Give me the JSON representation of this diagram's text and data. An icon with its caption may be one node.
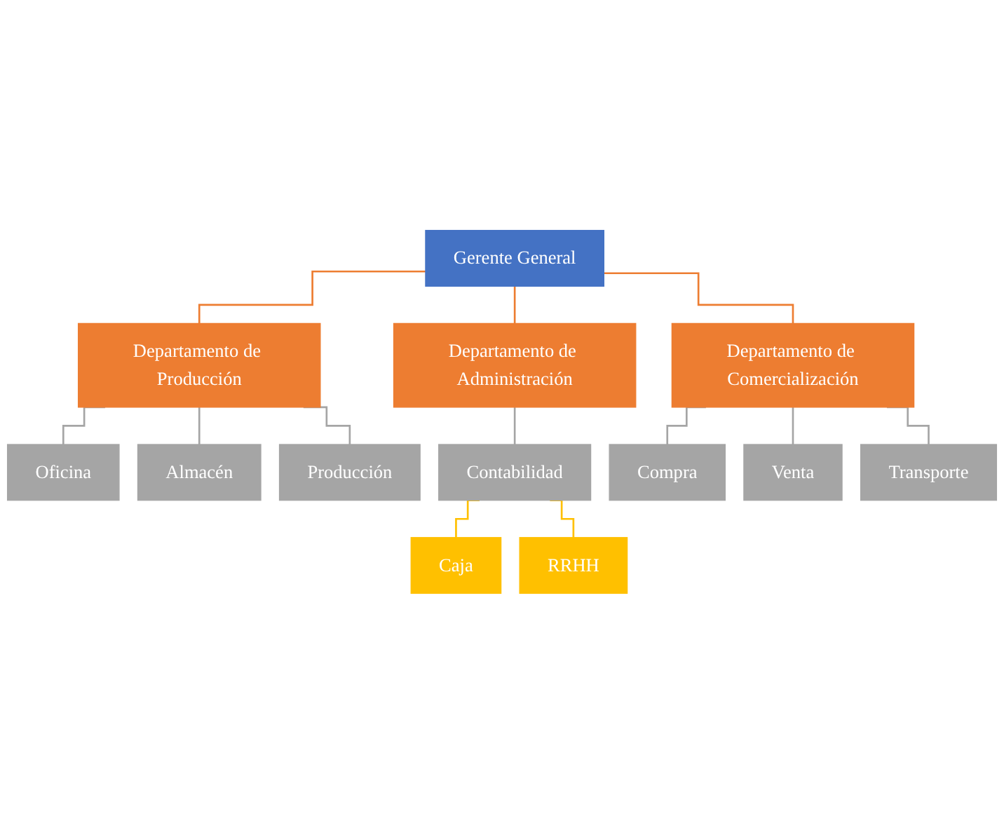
{
  "diagram": {
    "nodes": [
      {
        "text": [
          "Gerente General"
        ]
      },
      {
        "text": [
          "Departamento de Producción"
        ]
      },
      {
        "text": [
          "Departamento de Administración"
        ]
      },
      {
        "text": [
          "Departamento de Comercialización"
        ]
      },
      {
        "text": [
          "Oficina"
        ]
      },
      {
        "text": [
          "Almacén"
        ]
      },
      {
        "text": [
          "Producción"
        ]
      },
      {
        "text": [
          "Contabilidad"
        ]
      },
      {
        "text": [
          "Caja"
        ]
      },
      {
        "text": [
          "RRHH"
        ]
      },
      {
        "text": [
          "Compra"
        ]
      },
      {
        "text": [
          "Venta"
        ]
      },
      {
        "text": [
          "Transporte"
        ]
      }
    ],
    "edges": [
      {
        "from": 0,
        "to": 1,
        "arrow": "none",
        "color": "#ed7d31"
      },
      {
        "from": 0,
        "to": 2,
        "arrow": "none",
        "color": "#ed7d31"
      },
      {
        "from": 0,
        "to": 3,
        "arrow": "none",
        "color": "#ed7d31"
      },
      {
        "from": 1,
        "to": 4,
        "arrow": "none"
      },
      {
        "from": 1,
        "to": 5,
        "arrow": "none"
      },
      {
        "from": 1,
        "to": 6,
        "arrow": "none"
      },
      {
        "from": 2,
        "to": 7,
        "arrow": "none"
      },
      {
        "from": 7,
        "to": 8,
        "arrow": "none",
        "color": "#ffc000"
      },
      {
        "from": 7,
        "to": 9,
        "arrow": "none",
        "color": "#ffc000"
      },
      {
        "from": 3,
        "to": 10,
        "arrow": "none"
      },
      {
        "from": 3,
        "to": 11,
        "arrow": "none"
      },
      {
        "from": 3,
        "to": 12,
        "arrow": "none"
      }
    ]
  }
}
